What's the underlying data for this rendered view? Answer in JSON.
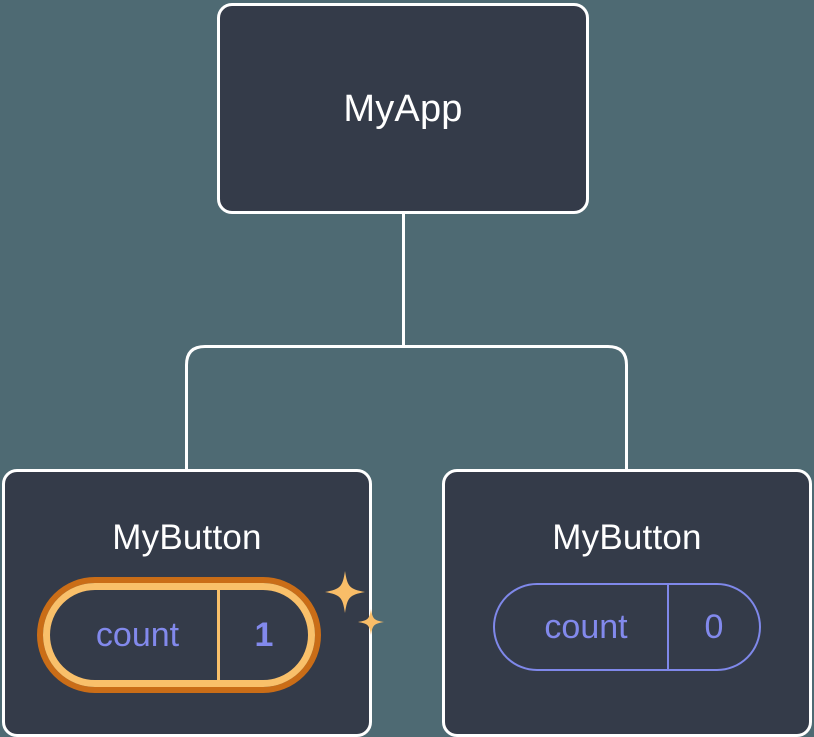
{
  "diagram": {
    "type": "component-tree",
    "background_color": "#4e6a73",
    "node_fill_color": "#343b49",
    "node_border_color": "#ffffff",
    "connector_color": "#ffffff",
    "state_color": "#8289ec",
    "highlight_outer_color": "#ca6d17",
    "highlight_inner_color": "#f9c06a",
    "sparkle_color": "#f9bd68"
  },
  "root": {
    "label": "MyApp"
  },
  "children": [
    {
      "label": "MyButton",
      "state": {
        "key": "count",
        "value": "1"
      },
      "highlighted": true,
      "sparkle_icons": [
        "sparkle-large-icon",
        "sparkle-small-icon"
      ]
    },
    {
      "label": "MyButton",
      "state": {
        "key": "count",
        "value": "0"
      },
      "highlighted": false
    }
  ]
}
